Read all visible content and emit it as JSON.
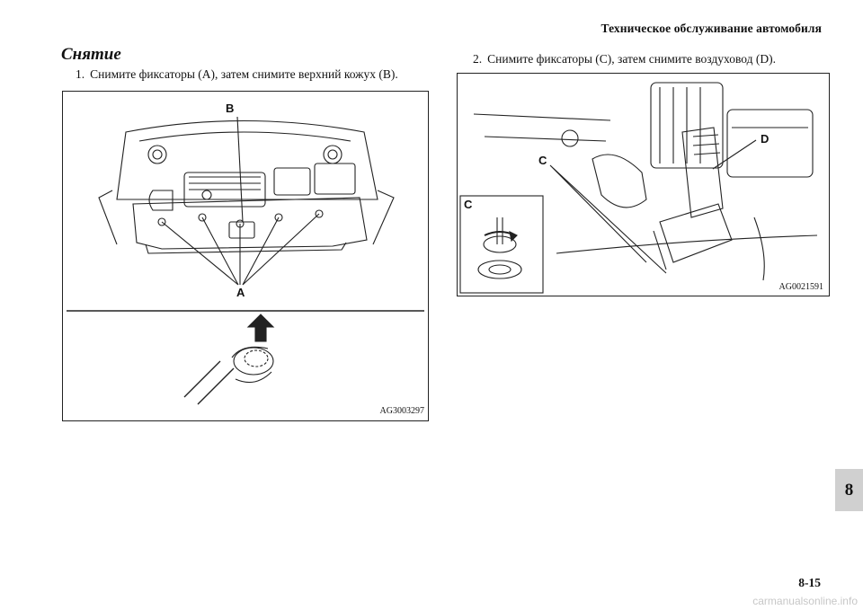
{
  "header": {
    "title": "Техническое обслуживание автомобиля"
  },
  "section": {
    "heading": "Снятие"
  },
  "steps": [
    {
      "num": "1.",
      "text": "Снимите фиксаторы (A), затем снимите верхний кожух (B)."
    },
    {
      "num": "2.",
      "text": "Снимите фиксаторы (C), затем снимите воздуховод (D)."
    }
  ],
  "figures": [
    {
      "code": "AG3003297",
      "callouts": [
        "B",
        "A"
      ]
    },
    {
      "code": "AG0021591",
      "callouts": [
        "D",
        "C",
        "C"
      ]
    }
  ],
  "chapter_tab": "8",
  "page_number": "8-15",
  "watermark": "carmanualsonline.info"
}
